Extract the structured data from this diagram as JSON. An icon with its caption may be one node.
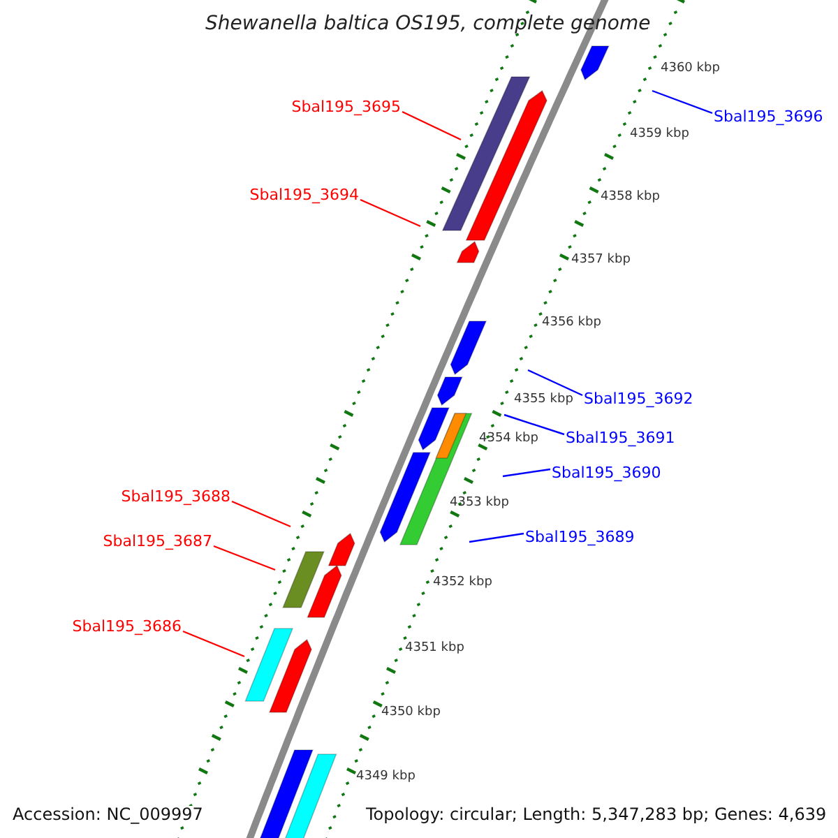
{
  "diagram": {
    "title": "Shewanella baltica OS195, complete genome",
    "nodes": [
      {
        "text": [
          "Sbal195_3695"
        ]
      },
      {
        "text": [
          "Sbal195_3696"
        ]
      },
      {
        "text": [
          "Sbal195_3694"
        ]
      },
      {
        "text": [
          "Sbal195_3692"
        ]
      },
      {
        "text": [
          "Sbal195_3691"
        ]
      },
      {
        "text": [
          "Sbal195_3690"
        ]
      },
      {
        "text": [
          "Sbal195_3688"
        ]
      },
      {
        "text": [
          "Sbal195_3689"
        ]
      },
      {
        "text": [
          "Sbal195_3687"
        ]
      },
      {
        "text": [
          "Sbal195_3686"
        ]
      }
    ],
    "edges": [
      {
        "from": 0,
        "to": null,
        "arrow": "none",
        "color": "#ff0000"
      },
      {
        "from": 1,
        "to": null,
        "arrow": "none",
        "color": "#0000ff"
      },
      {
        "from": 2,
        "to": null,
        "arrow": "none",
        "color": "#ff0000"
      },
      {
        "from": 3,
        "to": null,
        "arrow": "none",
        "color": "#0000ff"
      },
      {
        "from": 4,
        "to": null,
        "arrow": "none",
        "color": "#0000ff"
      },
      {
        "from": 5,
        "to": null,
        "arrow": "none",
        "color": "#0000ff"
      },
      {
        "from": 6,
        "to": null,
        "arrow": "none",
        "color": "#ff0000"
      },
      {
        "from": 7,
        "to": null,
        "arrow": "none",
        "color": "#0000ff"
      },
      {
        "from": 8,
        "to": null,
        "arrow": "none",
        "color": "#ff0000"
      },
      {
        "from": 9,
        "to": null,
        "arrow": "none",
        "color": "#ff0000"
      }
    ],
    "labels": [
      "4360 kbp",
      "4359 kbp",
      "4358 kbp",
      "4357 kbp",
      "4356 kbp",
      "4355 kbp",
      "4354 kbp",
      "4353 kbp",
      "4352 kbp",
      "4351 kbp",
      "4350 kbp",
      "4349 kbp",
      "Accession: NC_009997",
      "Topology: circular; Length: 5,347,283 bp; Genes: 4,639"
    ]
  }
}
